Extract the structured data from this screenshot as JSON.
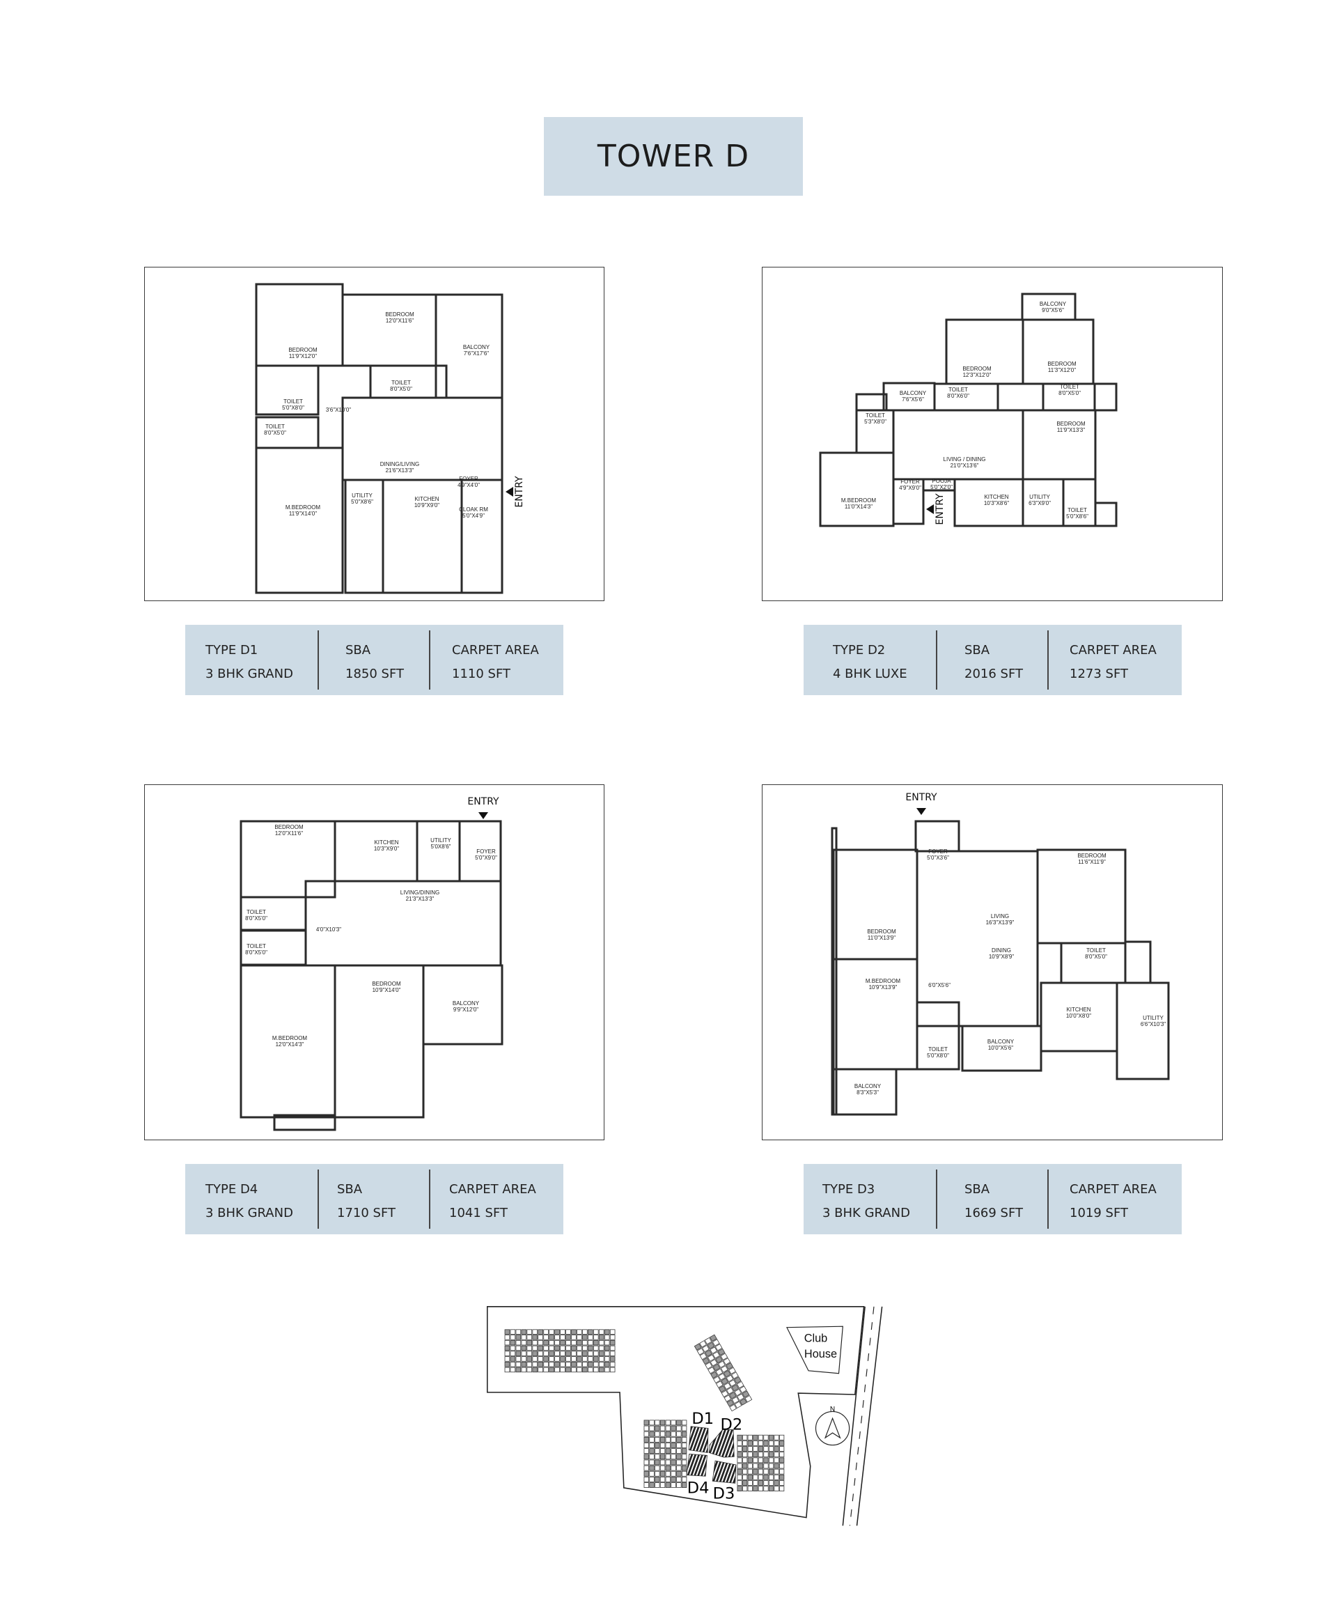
{
  "title": "TOWER D",
  "plans": [
    {
      "type": "TYPE D1",
      "config": "3 BHK GRAND",
      "sba_label": "SBA",
      "sba": "1850 SFT",
      "carpet_label": "CARPET AREA",
      "carpet": "1110 SFT",
      "entry": "ENTRY",
      "rooms": [
        {
          "name": "BEDROOM",
          "size": "11'9\"X12'0\""
        },
        {
          "name": "BEDROOM",
          "size": "12'0\"X11'6\""
        },
        {
          "name": "BALCONY",
          "size": "7'6\"X17'6\""
        },
        {
          "name": "TOILET",
          "size": "8'0\"X5'0\""
        },
        {
          "name": "TOILET",
          "size": "5'0\"X8'0\""
        },
        {
          "name": "",
          "size": "3'6\"X10'0\""
        },
        {
          "name": "TOILET",
          "size": "8'0\"X5'0\""
        },
        {
          "name": "DINING/LIVING",
          "size": "21'6\"X13'3\""
        },
        {
          "name": "FOYER",
          "size": "4'9\"X4'0\""
        },
        {
          "name": "UTILITY",
          "size": "5'0\"X8'6\""
        },
        {
          "name": "KITCHEN",
          "size": "10'9\"X9'0\""
        },
        {
          "name": "M.BEDROOM",
          "size": "11'9\"X14'0\""
        },
        {
          "name": "CLOAK RM",
          "size": "5'0\"X4'9\""
        }
      ]
    },
    {
      "type": "TYPE D2",
      "config": "4 BHK LUXE",
      "sba_label": "SBA",
      "sba": "2016 SFT",
      "carpet_label": "CARPET AREA",
      "carpet": "1273  SFT",
      "entry": "ENTRY",
      "rooms": [
        {
          "name": "BALCONY",
          "size": "9'0\"X5'6\""
        },
        {
          "name": "BEDROOM",
          "size": "12'3\"X12'0\""
        },
        {
          "name": "BEDROOM",
          "size": "11'3\"X12'0\""
        },
        {
          "name": "BALCONY",
          "size": "7'6\"X5'6\""
        },
        {
          "name": "TOILET",
          "size": "8'0\"X6'0\""
        },
        {
          "name": "TOILET",
          "size": "8'0\"X5'0\""
        },
        {
          "name": "TOILET",
          "size": "5'3\"X8'0\""
        },
        {
          "name": "BEDROOM",
          "size": "11'9\"X13'3\""
        },
        {
          "name": "LIVING / DINING",
          "size": "21'0\"X13'6\""
        },
        {
          "name": "FOYER",
          "size": "4'9\"X9'0\""
        },
        {
          "name": "POOJA",
          "size": "5'0\"X2'0\""
        },
        {
          "name": "M.BEDROOM",
          "size": "11'0\"X14'3\""
        },
        {
          "name": "KITCHEN",
          "size": "10'3\"X8'6\""
        },
        {
          "name": "UTILITY",
          "size": "6'3\"X9'0\""
        },
        {
          "name": "TOILET",
          "size": "5'0\"X8'6\""
        }
      ]
    },
    {
      "type": "TYPE D4",
      "config": "3 BHK GRAND",
      "sba_label": "SBA",
      "sba": "1710 SFT",
      "carpet_label": "CARPET AREA",
      "carpet": "1041 SFT",
      "entry": "ENTRY",
      "rooms": [
        {
          "name": "BEDROOM",
          "size": "12'0\"X11'6\""
        },
        {
          "name": "KITCHEN",
          "size": "10'3\"X9'0\""
        },
        {
          "name": "UTILITY",
          "size": "5'0X8'6\""
        },
        {
          "name": "FOYER",
          "size": "5'0\"X9'0\""
        },
        {
          "name": "LIVING/DINING",
          "size": "21'3\"X13'3\""
        },
        {
          "name": "TOILET",
          "size": "8'0\"X5'0\""
        },
        {
          "name": "",
          "size": "4'0\"X10'3\""
        },
        {
          "name": "TOILET",
          "size": "8'0\"X5'0\""
        },
        {
          "name": "BEDROOM",
          "size": "10'9\"X14'0\""
        },
        {
          "name": "BALCONY",
          "size": "9'9\"X12'0\""
        },
        {
          "name": "M.BEDROOM",
          "size": "12'0\"X14'3\""
        }
      ]
    },
    {
      "type": "TYPE D3",
      "config": "3  BHK GRAND",
      "sba_label": "SBA",
      "sba": "1669 SFT",
      "carpet_label": "CARPET AREA",
      "carpet": "1019  SFT",
      "entry": "ENTRY",
      "rooms": [
        {
          "name": "FOYER",
          "size": "5'0\"X3'6\""
        },
        {
          "name": "BEDROOM",
          "size": "11'6\"X11'9\""
        },
        {
          "name": "LIVING",
          "size": "16'3\"X13'9\""
        },
        {
          "name": "BEDROOM",
          "size": "11'0\"X13'9\""
        },
        {
          "name": "DINING",
          "size": "10'9\"X8'9\""
        },
        {
          "name": "TOILET",
          "size": "8'0\"X5'0\""
        },
        {
          "name": "M.BEDROOM",
          "size": "10'9\"X13'9\""
        },
        {
          "name": "",
          "size": "6'0\"X5'6\""
        },
        {
          "name": "KITCHEN",
          "size": "10'0\"X8'0\""
        },
        {
          "name": "UTILITY",
          "size": "6'6\"X10'3\""
        },
        {
          "name": "BALCONY",
          "size": "10'0\"X5'6\""
        },
        {
          "name": "TOILET",
          "size": "5'0\"X8'0\""
        },
        {
          "name": "BALCONY",
          "size": "8'3\"X5'3\""
        }
      ]
    }
  ],
  "site_map": {
    "club_house_line1": "Club",
    "club_house_line2": "House",
    "north": "N",
    "towers": [
      "D1",
      "D2",
      "D4",
      "D3"
    ],
    "highlight_color": "#222222"
  },
  "colors": {
    "panel": "#cddbe5",
    "title_panel": "#cfdce6"
  }
}
